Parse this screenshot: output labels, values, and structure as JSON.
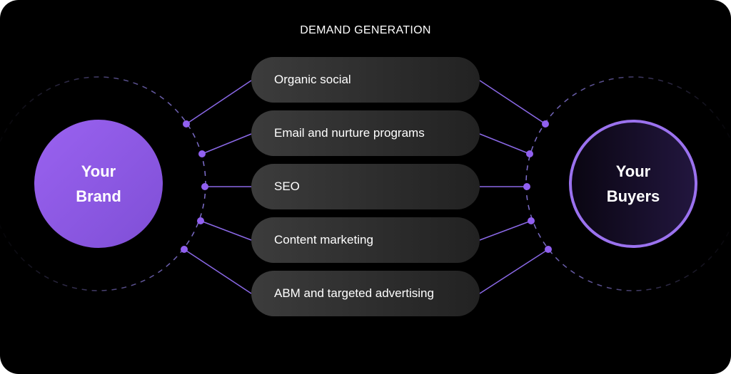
{
  "title": "DEMAND GENERATION",
  "left_node": {
    "line1": "Your",
    "line2": "Brand"
  },
  "right_node": {
    "line1": "Your",
    "line2": "Buyers"
  },
  "channels": [
    {
      "label": "Organic social"
    },
    {
      "label": "Email and nurture programs"
    },
    {
      "label": "SEO"
    },
    {
      "label": "Content marketing"
    },
    {
      "label": "ABM and targeted advertising"
    }
  ],
  "colors": {
    "accent": "#8b5cf6",
    "background": "#000000",
    "pill": "#333333"
  }
}
